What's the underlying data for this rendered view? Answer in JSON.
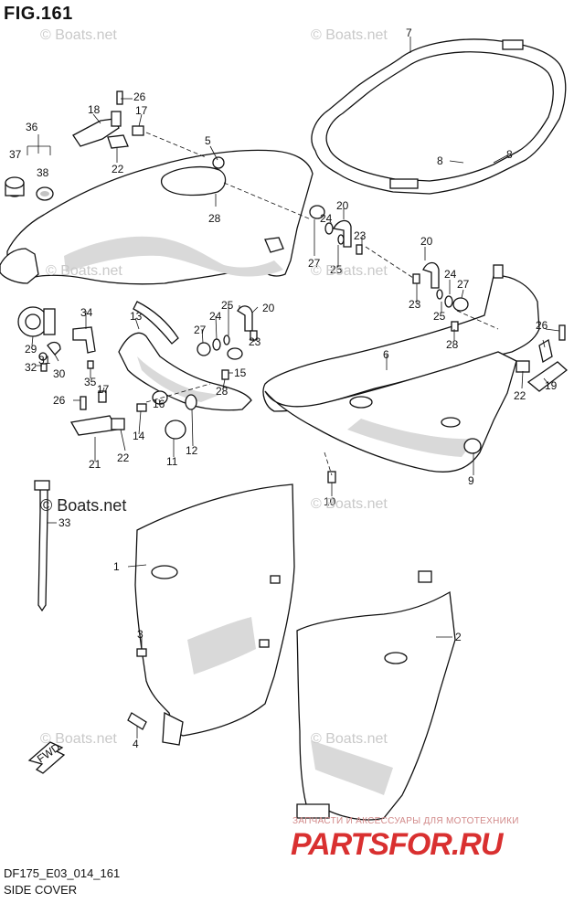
{
  "figure": {
    "title": "FIG.161",
    "code": "DF175_E03_014_161",
    "caption": "SIDE COVER"
  },
  "watermarks": {
    "text": "© Boats.net",
    "brand_subtitle": "ЗАПЧАСТИ И АКСЕССУАРЫ ДЛЯ МОТОТЕХНИКИ",
    "brand": "PARTSFOR.RU"
  },
  "callouts": [
    "1",
    "2",
    "3",
    "4",
    "5",
    "6",
    "7",
    "8",
    "8",
    "9",
    "10",
    "11",
    "12",
    "13",
    "14",
    "15",
    "16",
    "17",
    "17",
    "18",
    "19",
    "20",
    "20",
    "20",
    "21",
    "22",
    "22",
    "22",
    "23",
    "23",
    "23",
    "24",
    "24",
    "24",
    "25",
    "25",
    "25",
    "26",
    "26",
    "26",
    "27",
    "27",
    "27",
    "28",
    "28",
    "28",
    "28",
    "29",
    "30",
    "31",
    "32",
    "33",
    "34",
    "35",
    "36",
    "37",
    "38"
  ],
  "direction_marker": "FWD",
  "colors": {
    "line": "#111111",
    "shading": "#d9d9d9",
    "brand": "#d93030"
  }
}
